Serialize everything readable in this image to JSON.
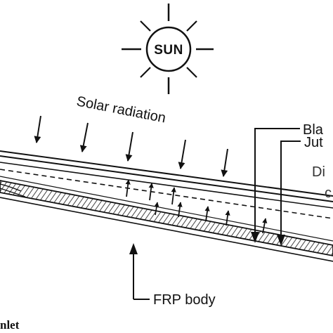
{
  "diagram": {
    "sun_label": "SUN",
    "solar_radiation_label": "Solar radiation",
    "right_labels": {
      "black": "Bla",
      "jute": "Jut",
      "di_line1": "Di",
      "di_line2": "c"
    },
    "frp_body_label": "FRP body",
    "inlet_label": "nlet"
  },
  "colors": {
    "ink": "#111111",
    "hatch": "#444444",
    "background": "#ffffff"
  }
}
